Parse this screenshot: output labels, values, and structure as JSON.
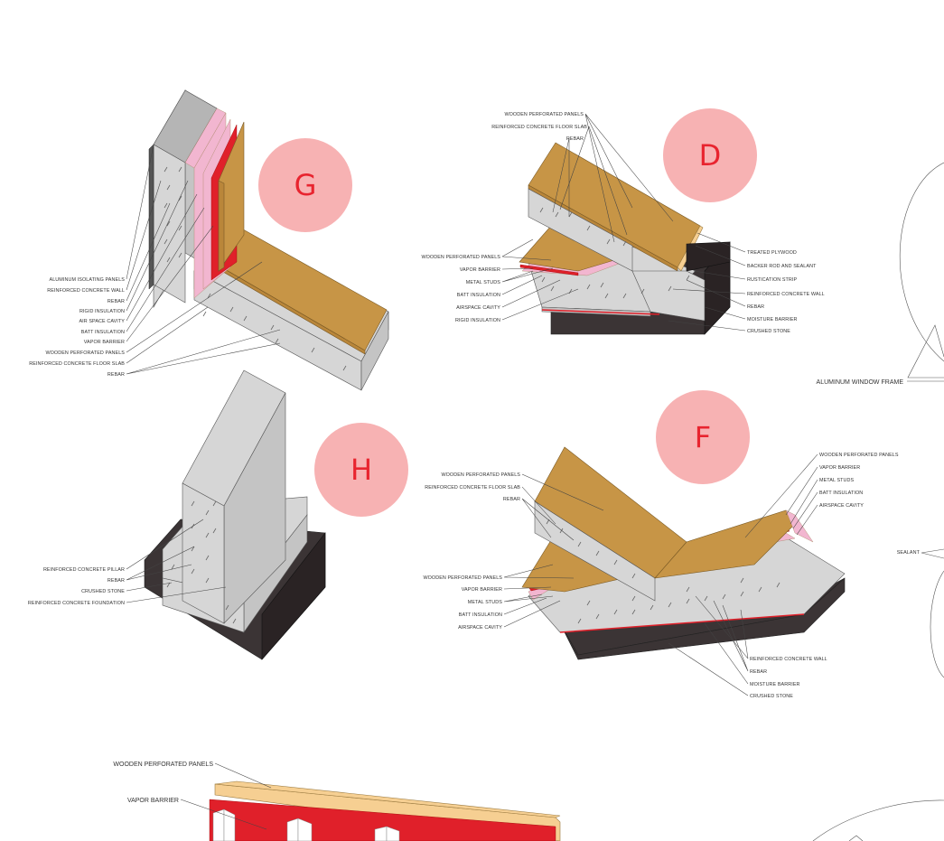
{
  "badges": {
    "g": "G",
    "d": "D",
    "h": "H",
    "f": "F"
  },
  "colors": {
    "badge_fill": "#f7b2b3",
    "badge_text": "#e8242f",
    "wood": "#c79546",
    "concrete": "#d6d6d6",
    "crushed_stone": "#3b3435",
    "insulation_pink": "#f2b6d0",
    "vapor_barrier_red": "#e0202a"
  },
  "g": {
    "labels": [
      "ALUMINUM ISOLATING PANELS",
      "REINFORCED CONCRETE WALL",
      "REBAR",
      "RIGID INSULATION",
      "AIR SPACE CAVITY",
      "BATT INSULATION",
      "VAPOR BARRIER",
      "WOODEN PERFORATED PANELS",
      "REINFORCED CONCRETE FLOOR SLAB",
      "REBAR"
    ]
  },
  "d": {
    "top_labels": [
      "WOODEN PERFORATED PANELS",
      "REINFORCED CONCRETE FLOOR SLAB",
      "REBAR"
    ],
    "left_labels": [
      "WOODEN PERFORATED PANELS",
      "VAPOR BARRIER",
      "METAL STUDS",
      "BATT INSULATION",
      "AIRSPACE CAVITY",
      "RIGID INSULATION"
    ],
    "right_labels": [
      "TREATED PLYWOOD",
      "BACKER ROD AND SEALANT",
      "RUSTICATION STRIP",
      "REINFORCED CONCRETE WALL",
      "REBAR",
      "MOISTURE BARRIER",
      "CRUSHED STONE"
    ]
  },
  "h": {
    "labels": [
      "REINFORCED CONCRETE PILLAR",
      "REBAR",
      "CRUSHED STONE",
      "REINFORCED CONCRETE FOUNDATION"
    ]
  },
  "f": {
    "top_left_labels": [
      "WOODEN PERFORATED PANELS",
      "REINFORCED CONCRETE FLOOR SLAB",
      "REBAR"
    ],
    "left_labels": [
      "WOODEN PERFORATED PANELS",
      "VAPOR BARRIER",
      "METAL STUDS",
      "BATT INSULATION",
      "AIRSPACE CAVITY"
    ],
    "right_labels": [
      "WOODEN PERFORATED PANELS",
      "VAPOR BARRIER",
      "METAL STUDS",
      "BATT INSULATION",
      "AIRSPACE CAVITY"
    ],
    "bottom_labels": [
      "REINFORCED CONCRETE WALL",
      "REBAR",
      "MOISTURE BARRIER",
      "CRUSHED STONE"
    ]
  },
  "side": {
    "window_frame": "ALUMINUM WINDOW FRAME",
    "sealant": "SEALANT"
  },
  "bottom": {
    "wooden_panels": "WOODEN PERFORATED PANELS",
    "vapor_barrier": "VAPOR BARRIER"
  }
}
